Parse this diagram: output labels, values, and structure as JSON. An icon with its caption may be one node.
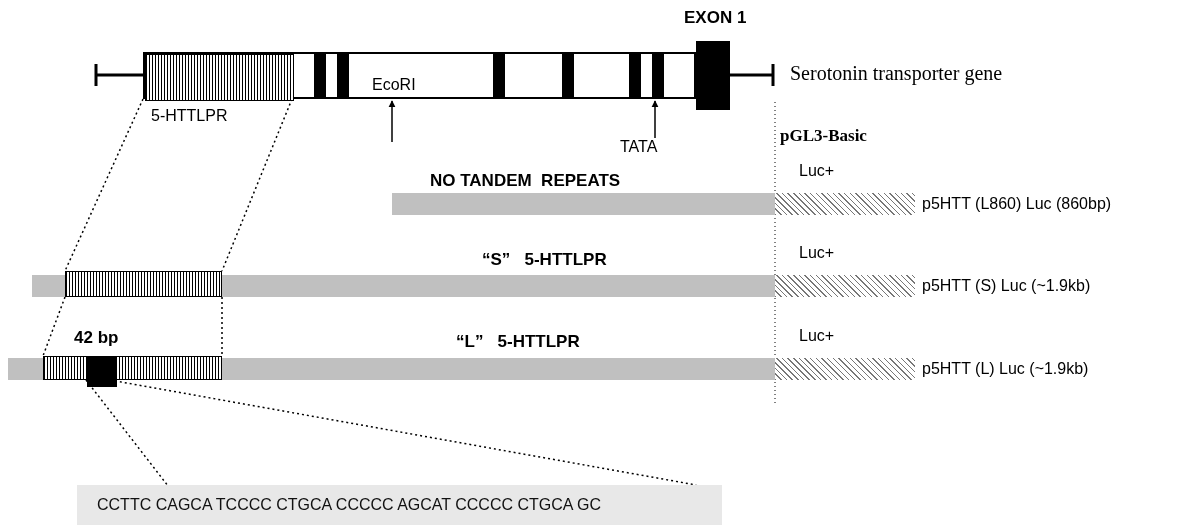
{
  "diagram": {
    "nodes": [
      {
        "text": [
          "EcoRI"
        ]
      },
      {
        "text": [],
        "shape": "box",
        "in": 0,
        "beside": [
          "5-HTTLPR"
        ]
      },
      {
        "text": [
          "EXON 1"
        ]
      },
      {
        "text": [
          "TATA"
        ]
      },
      {
        "text": [
          "NO TANDEM  REPEATS"
        ]
      },
      {
        "text": [
          "Luc+"
        ],
        "beside": [
          "p5HTT (L860) Luc (860bp)"
        ]
      },
      {
        "text": [
          "“S”   5-HTTLPR"
        ]
      },
      {
        "text": [],
        "shape": "box",
        "in": 6
      },
      {
        "text": [
          "Luc+"
        ],
        "beside": [
          "p5HTT (S) Luc (~1.9kb)"
        ]
      },
      {
        "text": [
          "“L”   5-HTTLPR"
        ]
      },
      {
        "text": [],
        "shape": "box",
        "in": 9
      },
      {
        "text": [],
        "shape": "box",
        "in": 10,
        "beside": [
          "42 bp"
        ]
      },
      {
        "text": [
          "Luc+"
        ],
        "beside": [
          "p5HTT (L) Luc (~1.9kb)"
        ]
      },
      {
        "text": [
          "CCTTC CAGCA TCCCC CTGCA CCCCC AGCAT CCCCC CTGCA GC"
        ]
      }
    ],
    "edges": [
      {
        "from": null,
        "to": 0,
        "arrow": "to"
      },
      {
        "from": 3,
        "to": 0,
        "arrow": "to"
      },
      {
        "from": 1,
        "to": 7,
        "arrow": "none",
        "style": "dashed"
      },
      {
        "from": 1,
        "to": 7,
        "arrow": "none",
        "style": "dashed"
      },
      {
        "from": 7,
        "to": 10,
        "arrow": "none",
        "style": "dashed"
      },
      {
        "from": 7,
        "to": 10,
        "arrow": "none",
        "style": "dashed"
      },
      {
        "from": 11,
        "to": 13,
        "arrow": "none",
        "style": "dashed"
      },
      {
        "from": 11,
        "to": 13,
        "arrow": "none",
        "style": "dashed"
      }
    ],
    "labels": [
      "Serotonin transporter gene",
      "pGL3-Basic"
    ]
  }
}
